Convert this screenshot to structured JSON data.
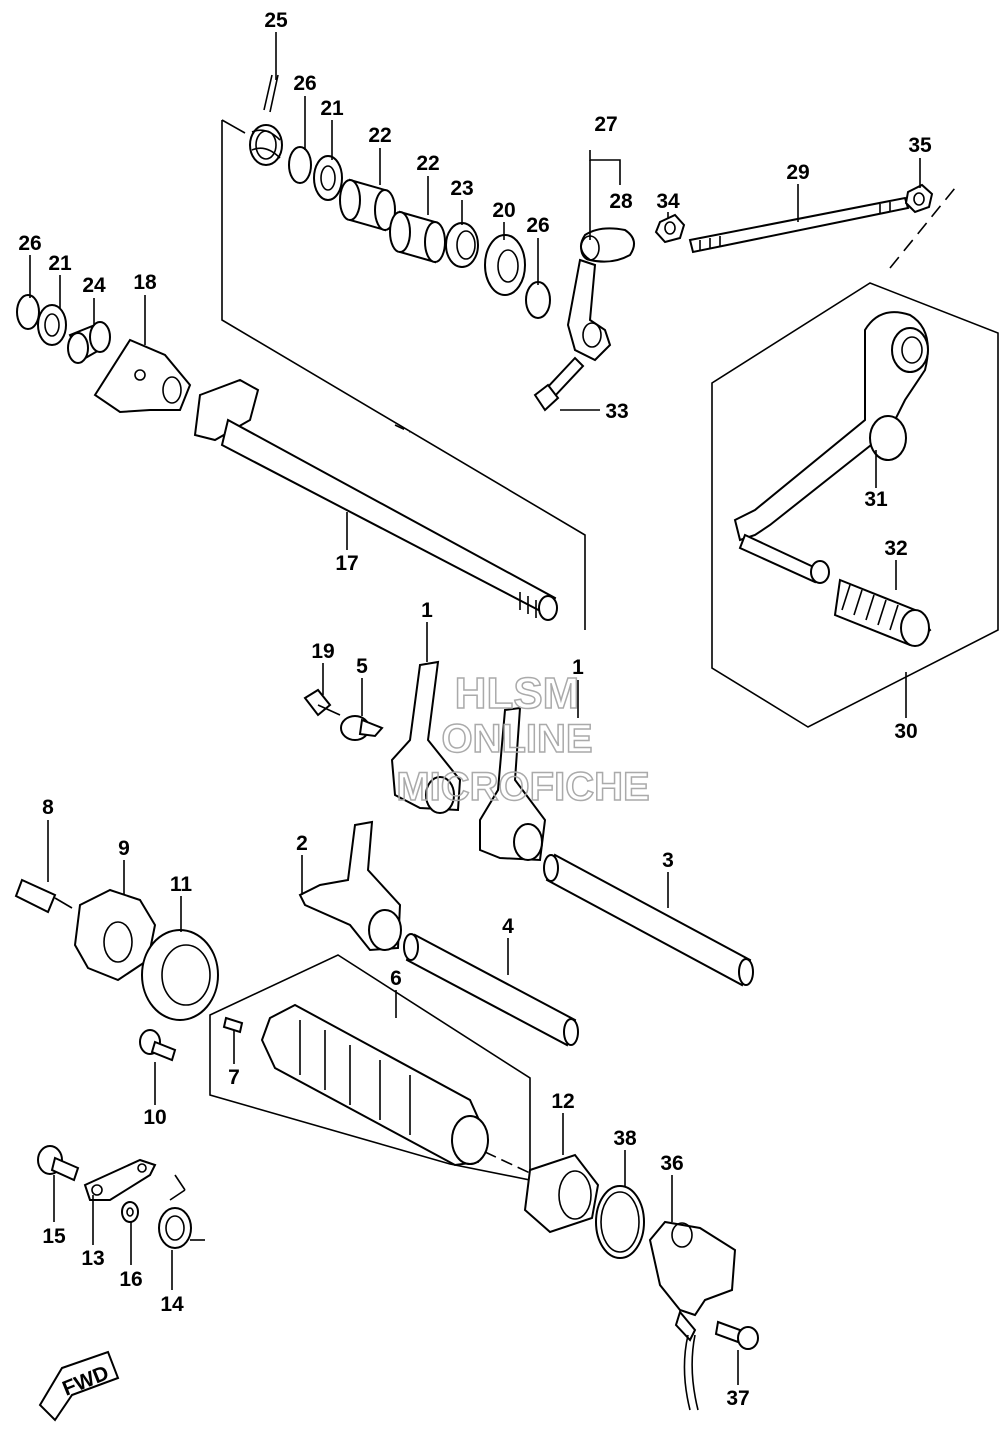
{
  "watermark": {
    "line1": "HLSM",
    "line2": "ONLINE",
    "line3": "MICROFICHE",
    "color": "#aaaaaa"
  },
  "direction_badge": {
    "text": "FWD"
  },
  "callouts": {
    "c1a": "1",
    "c1b": "1",
    "c2": "2",
    "c3": "3",
    "c4": "4",
    "c5": "5",
    "c6": "6",
    "c7": "7",
    "c8": "8",
    "c9": "9",
    "c10": "10",
    "c11": "11",
    "c12": "12",
    "c13": "13",
    "c14": "14",
    "c15": "15",
    "c16": "16",
    "c17": "17",
    "c18": "18",
    "c19": "19",
    "c20": "20",
    "c21a": "21",
    "c21b": "21",
    "c22a": "22",
    "c22b": "22",
    "c23": "23",
    "c24": "24",
    "c25": "25",
    "c26a": "26",
    "c26b": "26",
    "c26c": "26",
    "c27": "27",
    "c28": "28",
    "c29": "29",
    "c30": "30",
    "c31": "31",
    "c32": "32",
    "c33": "33",
    "c34": "34",
    "c35": "35",
    "c36": "36",
    "c37": "37",
    "c38": "38"
  }
}
